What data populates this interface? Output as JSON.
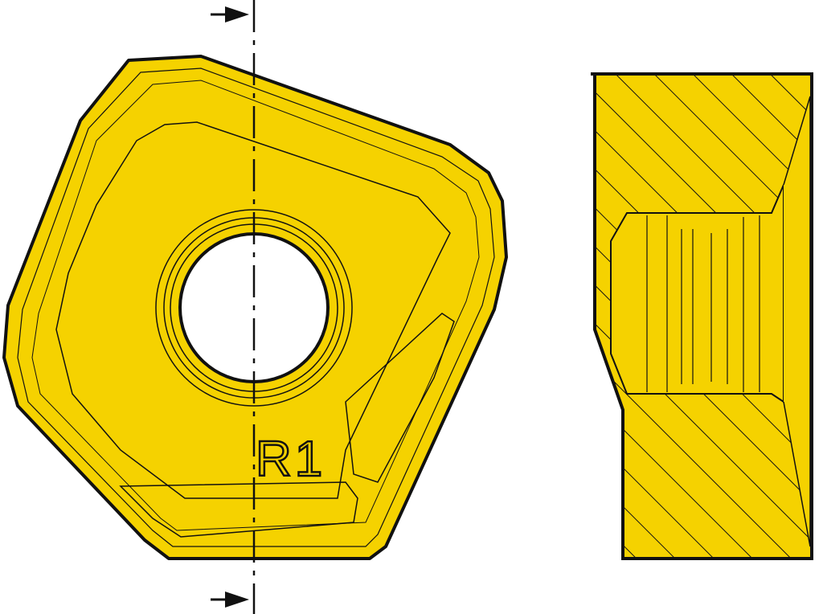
{
  "drawing": {
    "marking": "R1",
    "colors": {
      "insert_fill": "#f5d200",
      "outline": "#111111",
      "background": "#ffffff"
    },
    "views": [
      "top-view",
      "section-view"
    ]
  }
}
